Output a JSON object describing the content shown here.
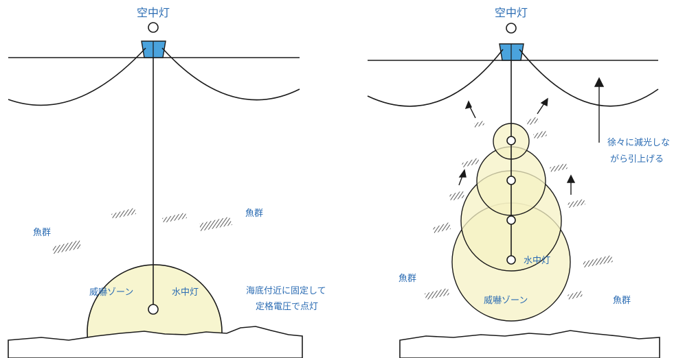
{
  "left_panel": {
    "air_light_label": "空中灯",
    "underwater_light_label": "水中灯",
    "threat_zone_label": "威嚇ゾーン",
    "fish_school_labels": [
      "魚群",
      "魚群"
    ],
    "description_lines": [
      "海底付近に固定して",
      "定格電圧で点灯"
    ]
  },
  "right_panel": {
    "air_light_label": "空中灯",
    "underwater_light_label": "水中灯",
    "threat_zone_label": "威嚇ゾーン",
    "fish_school_labels": [
      "魚群",
      "魚群"
    ],
    "description_lines": [
      "徐々に減光しな",
      "がら引上げる"
    ]
  },
  "colors": {
    "label_text": "#2b6cb3",
    "zone_fill": "#f7f5cf",
    "buoy": "#4aa3dd",
    "fish_hatch": "#333333"
  }
}
